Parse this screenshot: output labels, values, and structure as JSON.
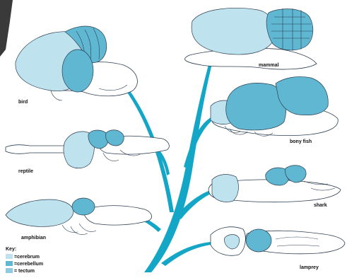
{
  "colors": {
    "cerebrum": "#bfe3ee",
    "cerebellum": "#5fb7d2",
    "tectum": "#8fcbe0",
    "tree": "#13a6c6",
    "outline": "#2c3e50",
    "corner_dark": "#3a3a3a"
  },
  "labels": {
    "bird": "bird",
    "mammal": "mammal",
    "bony_fish": "bony fish",
    "reptile": "reptile",
    "shark": "shark",
    "amphibian": "amphibian",
    "lamprey": "lamprey"
  },
  "key": {
    "title": "Key:",
    "items": [
      {
        "label": "=cerebrum",
        "color": "#bfe3ee"
      },
      {
        "label": "=cerebellum",
        "color": "#5fb7d2"
      },
      {
        "label": "= tectum",
        "color": "#8fcbe0"
      }
    ]
  }
}
